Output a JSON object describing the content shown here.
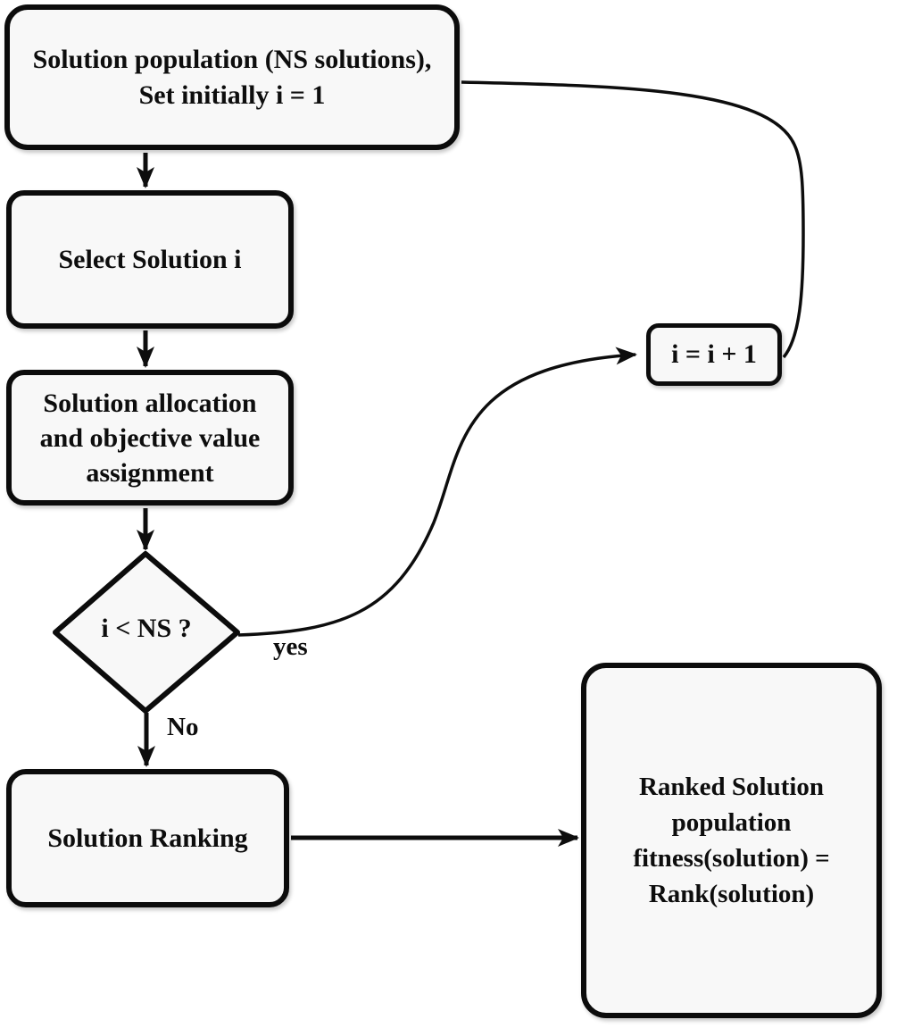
{
  "diagram": {
    "kind": "flowchart",
    "colors": {
      "node_fill": "#f8f8f8",
      "stroke": "#0d0d0d",
      "text": "#0d0d0d",
      "background": "#ffffff"
    },
    "nodes": {
      "population": {
        "type": "process",
        "lines": [
          "Solution population (NS solutions),",
          "Set initially i = 1"
        ]
      },
      "select": {
        "type": "process",
        "lines": [
          "Select Solution i"
        ]
      },
      "allocation": {
        "type": "process",
        "lines": [
          "Solution allocation",
          "and objective value",
          "assignment"
        ]
      },
      "decision": {
        "type": "decision",
        "lines": [
          "i < NS ?"
        ]
      },
      "increment": {
        "type": "process",
        "lines": [
          "i = i + 1"
        ]
      },
      "ranking": {
        "type": "process",
        "lines": [
          "Solution Ranking"
        ]
      },
      "ranked": {
        "type": "process",
        "lines": [
          "Ranked Solution",
          "population",
          "fitness(solution) =",
          "Rank(solution)"
        ]
      }
    },
    "edge_labels": {
      "yes": "yes",
      "no": "No"
    }
  }
}
